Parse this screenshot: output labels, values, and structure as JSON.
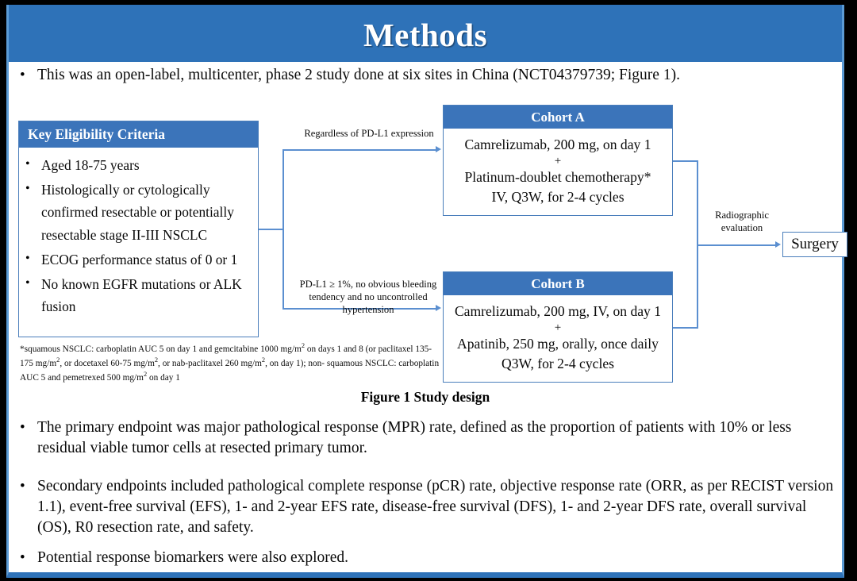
{
  "slide": {
    "title": "Methods",
    "accent_color": "#2e72b8",
    "box_header_color": "#3b74ba",
    "connector_color": "#5b8fd0"
  },
  "intro_bullet": {
    "marker": "•",
    "text": "This was an open-label, multicenter, phase 2 study done at six sites in China (NCT04379739; Figure 1)."
  },
  "figure": {
    "caption": "Figure 1 Study design",
    "eligibility": {
      "header": "Key  Eligibility Criteria",
      "marker": "•",
      "items": [
        "Aged 18-75 years",
        "Histologically or cytologically confirmed resectable or potentially resectable stage II-III  NSCLC",
        "ECOG performance status of 0 or 1",
        "No known EGFR mutations or ALK fusion"
      ]
    },
    "footnote": {
      "line1_a": "*squamous NSCLC: carboplatin AUC 5 on day 1 and gemcitabine 1000 mg/m",
      "line1_sup": "2",
      "line1_b": " on days 1 and 8 (or",
      "line2_a": "paclitaxel 135-175  mg/m",
      "line2_sup1": "2",
      "line2_b": ", or docetaxel 60-75 mg/m",
      "line2_sup2": "2",
      "line2_c": ", or nab-paclitaxel 260 mg/m",
      "line2_sup3": "2",
      "line2_d": ", on day 1); non-",
      "line3_a": "squamous NSCLC: carboplatin AUC 5 and pemetrexed 500 mg/m",
      "line3_sup": "2",
      "line3_b": " on day 1"
    },
    "cohort_a": {
      "header": "Cohort A",
      "line1": "Camrelizumab, 200 mg, on day 1",
      "plus": "+",
      "line2": "Platinum-doublet chemotherapy*",
      "line3": "IV, Q3W, for 2-4 cycles"
    },
    "cohort_b": {
      "header": "Cohort B",
      "line1": "Camrelizumab, 200 mg, IV, on day 1",
      "plus": "+",
      "line2": "Apatinib, 250 mg, orally, once daily",
      "line3": "Q3W, for 2-4 cycles"
    },
    "connector_top_label": "Regardless  of PD-L1 expression",
    "connector_bottom_label": "PD-L1 ≥ 1%, no obvious bleeding tendency  and no uncontrolled  hypertension",
    "connector_right_label": "Radiographic evaluation",
    "surgery": "Surgery"
  },
  "bullets": [
    {
      "marker": "•",
      "text": "The primary endpoint was major pathological response (MPR) rate, defined as the proportion of patients with 10% or less residual viable tumor cells at resected primary tumor."
    },
    {
      "marker": "•",
      "text": "Secondary endpoints included pathological complete response (pCR) rate, objective response rate (ORR, as per RECIST version 1.1), event-free survival (EFS), 1- and 2-year EFS rate, disease-free survival (DFS), 1- and 2-year DFS rate, overall survival (OS), R0 resection rate, and safety."
    },
    {
      "marker": "•",
      "text": "Potential response biomarkers were also explored."
    }
  ]
}
